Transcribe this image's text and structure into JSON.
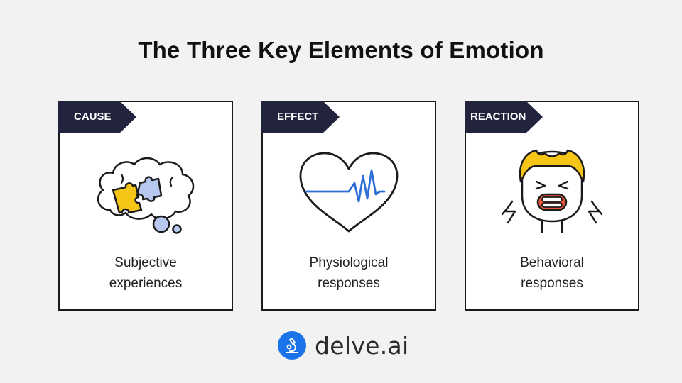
{
  "title": "The Three Key Elements of Emotion",
  "cards": [
    {
      "tag": "CAUSE",
      "caption_lines": [
        "Subjective",
        "experiences"
      ],
      "icon": "thought-bubble-puzzle-icon"
    },
    {
      "tag": "EFFECT",
      "caption_lines": [
        "Physiological",
        "responses"
      ],
      "icon": "heartbeat-icon"
    },
    {
      "tag": "REACTION",
      "caption_lines": [
        "Behavioral",
        "responses"
      ],
      "icon": "angry-face-icon"
    }
  ],
  "brand": {
    "name": "delve.ai",
    "logo_icon": "microscope-icon",
    "color": "#1a73e8"
  },
  "colors": {
    "tag_bg": "#22243d",
    "puzzle_yellow": "#f5c518",
    "puzzle_blue": "#b7c7f0",
    "pulse_blue": "#2d6fd6",
    "hair_yellow": "#f5c518",
    "mouth_red": "#e8553a"
  }
}
